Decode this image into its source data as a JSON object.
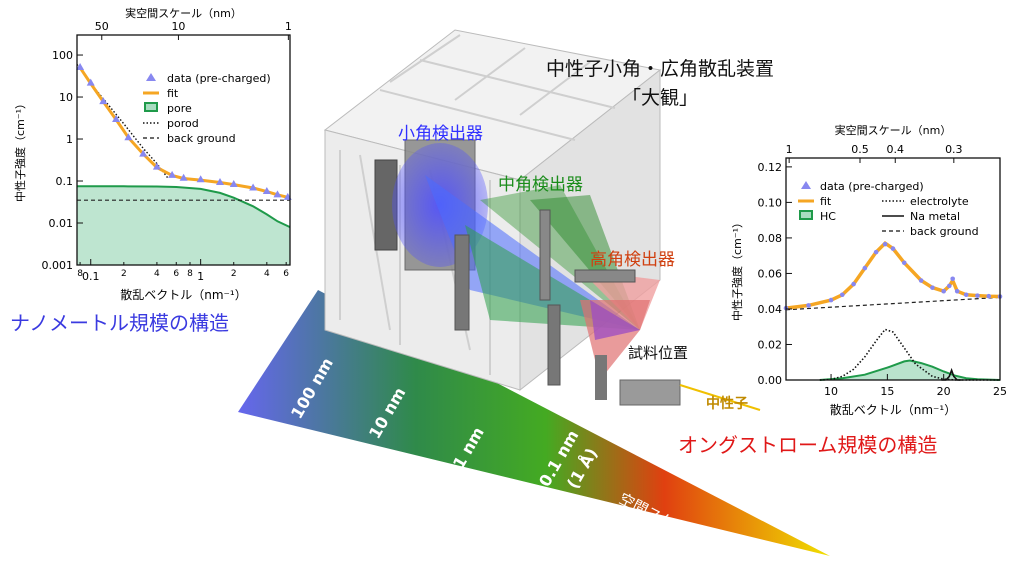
{
  "title": {
    "line1": "中性子小角・広角散乱装置",
    "line2": "「大観」"
  },
  "detectors": {
    "small": "小角検出器",
    "medium": "中角検出器",
    "high": "高角検出器"
  },
  "sample_position": "試料位置",
  "neutron": "中性子",
  "nano_structure": "ナノメートル規模の構造",
  "angstrom_structure": "オングストローム規模の構造",
  "scale_wedge": {
    "ticks": [
      "100 nm",
      "10 nm",
      "1 nm",
      "0.1 nm",
      "(1 Å)"
    ],
    "caption": "空間スケール",
    "colors": [
      "#6666ee",
      "#2f8a4a",
      "#44aa22",
      "#e04010",
      "#f0e000"
    ]
  },
  "colors": {
    "nano": "#3a3ae0",
    "angstrom": "#e01818",
    "small": "#3030ff",
    "medium": "#1a8c1a",
    "high": "#d04010",
    "neutron": "#c08a00"
  },
  "chart_data": [
    {
      "type": "line",
      "xscale": "log",
      "yscale": "log",
      "xlabel": "散乱ベクトル（nm⁻¹）",
      "ylabel": "中性子強度（cm⁻¹）",
      "top_axis_label": "実空間スケール（nm）",
      "top_ticks": [
        "50",
        "10",
        "1"
      ],
      "xlim": [
        0.075,
        6.5
      ],
      "ylim": [
        0.001,
        300
      ],
      "xtick_labels": [
        "8",
        "0.1",
        "2",
        "4",
        "6",
        "8",
        "1",
        "2",
        "4",
        "6"
      ],
      "ytick_labels": [
        "100",
        "10",
        "1",
        "0.1",
        "0.01",
        "0.001"
      ],
      "legend": [
        "data (pre-charged)",
        "fit",
        "pore",
        "porod",
        "back ground"
      ],
      "series": [
        {
          "name": "data (pre-charged)",
          "x": [
            0.08,
            0.1,
            0.13,
            0.17,
            0.22,
            0.3,
            0.4,
            0.55,
            0.7,
            1,
            1.5,
            2,
            3,
            4,
            5,
            6.2
          ],
          "y": [
            52,
            22,
            8,
            3,
            1.1,
            0.45,
            0.22,
            0.14,
            0.12,
            0.11,
            0.095,
            0.085,
            0.07,
            0.058,
            0.048,
            0.042
          ]
        },
        {
          "name": "fit",
          "x": [
            0.08,
            0.1,
            0.13,
            0.17,
            0.22,
            0.3,
            0.4,
            0.55,
            0.7,
            1,
            1.5,
            2,
            3,
            4,
            5,
            6.2
          ],
          "y": [
            50,
            21,
            7.8,
            2.9,
            1.08,
            0.44,
            0.21,
            0.135,
            0.115,
            0.105,
            0.092,
            0.082,
            0.068,
            0.056,
            0.047,
            0.041
          ]
        },
        {
          "name": "pore",
          "x": [
            0.075,
            0.2,
            0.4,
            0.6,
            1,
            1.5,
            2,
            3,
            4,
            5,
            6.5
          ],
          "y": [
            0.075,
            0.075,
            0.074,
            0.072,
            0.065,
            0.052,
            0.04,
            0.025,
            0.016,
            0.011,
            0.008
          ]
        },
        {
          "name": "porod",
          "x": [
            0.075,
            0.1,
            0.15,
            0.2,
            0.3,
            0.4,
            0.5
          ],
          "y": [
            60,
            21,
            5.8,
            2.3,
            0.6,
            0.26,
            0.12
          ]
        },
        {
          "name": "back ground",
          "x": [
            0.075,
            6.5
          ],
          "y": [
            0.035,
            0.035
          ]
        }
      ]
    },
    {
      "type": "line",
      "xlabel": "散乱ベクトル（nm⁻¹）",
      "ylabel": "中性子強度（cm⁻¹）",
      "top_axis_label": "実空間スケール（nm）",
      "top_ticks": [
        "1",
        "0.5",
        "0.4",
        "0.3"
      ],
      "xlim": [
        6,
        25
      ],
      "ylim": [
        0,
        0.125
      ],
      "xtick_labels": [
        "10",
        "15",
        "20",
        "25"
      ],
      "ytick_labels": [
        "0.00",
        "0.02",
        "0.04",
        "0.06",
        "0.08",
        "0.10",
        "0.12"
      ],
      "legend": [
        "data (pre-charged)",
        "fit",
        "HC",
        "electrolyte",
        "Na metal",
        "back ground"
      ],
      "series": [
        {
          "name": "data (pre-charged)",
          "x": [
            6,
            8,
            10,
            11,
            12,
            13,
            14,
            14.8,
            15.5,
            16.5,
            18,
            19,
            20,
            20.5,
            20.8,
            21.2,
            22,
            23,
            24,
            25
          ],
          "y": [
            0.0405,
            0.042,
            0.045,
            0.048,
            0.054,
            0.063,
            0.072,
            0.0765,
            0.074,
            0.066,
            0.056,
            0.052,
            0.05,
            0.053,
            0.057,
            0.05,
            0.048,
            0.0475,
            0.0472,
            0.047
          ]
        },
        {
          "name": "fit",
          "x": [
            6,
            8,
            10,
            11,
            12,
            13,
            14,
            14.8,
            15.5,
            16.5,
            18,
            19,
            20,
            20.5,
            20.8,
            21.2,
            22,
            23,
            24,
            25
          ],
          "y": [
            0.0405,
            0.042,
            0.045,
            0.048,
            0.054,
            0.063,
            0.072,
            0.077,
            0.074,
            0.066,
            0.056,
            0.052,
            0.05,
            0.053,
            0.056,
            0.05,
            0.048,
            0.0475,
            0.0472,
            0.047
          ]
        },
        {
          "name": "HC",
          "x": [
            9,
            11,
            13,
            15,
            16.5,
            17,
            18,
            19,
            20,
            21,
            22,
            23,
            25
          ],
          "y": [
            0,
            0.001,
            0.003,
            0.007,
            0.0105,
            0.011,
            0.0095,
            0.0075,
            0.0048,
            0.0025,
            0.001,
            0.0004,
            0
          ]
        },
        {
          "name": "electrolyte",
          "x": [
            9,
            10,
            11,
            12,
            13,
            14,
            14.8,
            15.5,
            16.5,
            17.5,
            19,
            20,
            21,
            22,
            25
          ],
          "y": [
            0,
            0.0003,
            0.002,
            0.006,
            0.013,
            0.022,
            0.0285,
            0.027,
            0.018,
            0.009,
            0.002,
            0.0005,
            0,
            0,
            0
          ]
        },
        {
          "name": "Na metal",
          "x": [
            19.8,
            20.2,
            20.5,
            20.7,
            20.9,
            21.2,
            21.6
          ],
          "y": [
            0,
            0,
            0.002,
            0.0055,
            0.002,
            0,
            0
          ]
        },
        {
          "name": "back ground",
          "x": [
            6,
            25
          ],
          "y": [
            0.0395,
            0.0465
          ]
        }
      ]
    }
  ]
}
